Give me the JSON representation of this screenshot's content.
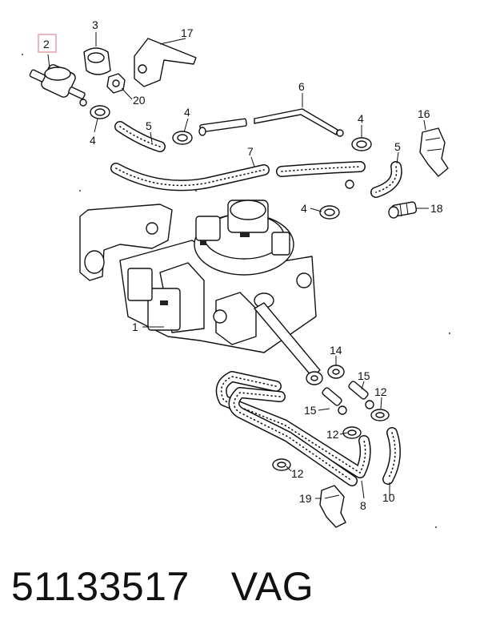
{
  "diagram": {
    "highlighted_callout": "2",
    "highlight_color": "#e8a3b0",
    "callouts": {
      "c1": "1",
      "c2": "2",
      "c3": "3",
      "c4a": "4",
      "c4b": "4",
      "c4c": "4",
      "c4d": "4",
      "c5a": "5",
      "c5b": "5",
      "c6": "6",
      "c7": "7",
      "c8": "8",
      "c10": "10",
      "c12a": "12",
      "c12b": "12",
      "c12c": "12",
      "c14": "14",
      "c15a": "15",
      "c15b": "15",
      "c16": "16",
      "c17": "17",
      "c18": "18",
      "c19": "19",
      "c20": "20"
    }
  },
  "footer": {
    "part_number": "51133517",
    "brand": "VAG"
  }
}
